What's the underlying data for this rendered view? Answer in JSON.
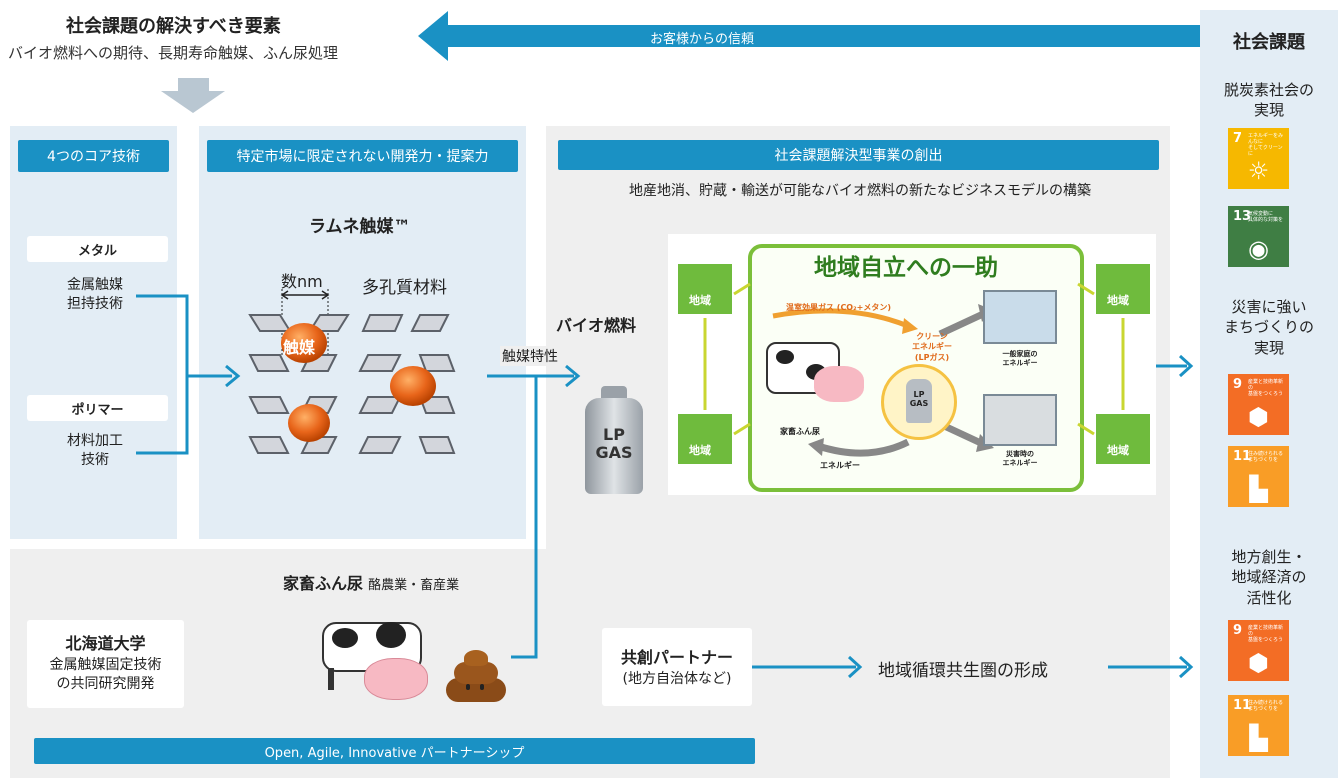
{
  "header": {
    "title": "社会課題の解決すべき要素",
    "subtitle": "バイオ燃料への期待、長期寿命触媒、ふん尿処理",
    "trust_label": "お客様からの信頼"
  },
  "core_tech": {
    "tag": "4つのコア技術",
    "metal_label": "メタル",
    "metal_tech": "金属触媒\n担持技術",
    "polymer_label": "ポリマー",
    "polymer_tech": "材料加工\n技術"
  },
  "development": {
    "tag": "特定市場に限定されない開発力・提案力",
    "product": "ラムネ触媒™",
    "size_label": "数nm",
    "material_label": "多孔質材料",
    "catalyst_label": "触媒"
  },
  "business": {
    "tag": "社会課題解決型事業の創出",
    "subtitle": "地産地消、貯蔵・輸送が可能なバイオ燃料の新たなビジネスモデルの構築",
    "biofuel_label": "バイオ燃料",
    "catalyst_property": "触媒特性",
    "lp_gas": "LP\nGAS"
  },
  "illustration": {
    "title": "地域自立への一助",
    "region": "地域",
    "greenhouse_gas": "温室効果ガス (CO₂+メタン)",
    "clean_energy": "クリーン\nエネルギー\n(LPガス)",
    "household_energy": "一般家庭の\nエネルギー",
    "disaster_energy": "災害時の\nエネルギー",
    "livestock_manure": "家畜ふん尿",
    "energy": "エネルギー",
    "lp_gas": "LP\nGAS"
  },
  "livestock": {
    "title": "家畜ふん尿",
    "industry": "酪農業・畜産業"
  },
  "university": {
    "name": "北海道大学",
    "desc": "金属触媒固定技術\nの共同研究開発"
  },
  "partner": {
    "title": "共創パートナー",
    "desc": "(地方自治体など)"
  },
  "circular": "地域循環共生圏の形成",
  "partnership_bar": "Open, Agile, Innovative  パートナーシップ",
  "social_issues": {
    "title": "社会課題",
    "groups": [
      {
        "label": "脱炭素社会の\n実現"
      },
      {
        "label": "災害に強い\nまちづくりの\n実現"
      },
      {
        "label": "地方創生・\n地域経済の\n活性化"
      }
    ],
    "sdgs": [
      {
        "number": "7",
        "color": "#f6b800",
        "text": "エネルギーをみんなに\nそしてクリーンに",
        "icon": "sun-icon",
        "glyph": "☼"
      },
      {
        "number": "13",
        "color": "#3f7e44",
        "text": "気候変動に\n具体的な対策を",
        "icon": "eye-globe-icon",
        "glyph": "◉"
      },
      {
        "number": "9",
        "color": "#f36d25",
        "text": "産業と技術革新の\n基盤をつくろう",
        "icon": "cubes-icon",
        "glyph": "⬢"
      },
      {
        "number": "11",
        "color": "#f99d26",
        "text": "住み続けられる\nまちづくりを",
        "icon": "city-icon",
        "glyph": "▙"
      },
      {
        "number": "9",
        "color": "#f36d25",
        "text": "産業と技術革新の\n基盤をつくろう",
        "icon": "cubes-icon",
        "glyph": "⬢"
      },
      {
        "number": "11",
        "color": "#f99d26",
        "text": "住み続けられる\nまちづくりを",
        "icon": "city-icon",
        "glyph": "▙"
      }
    ]
  }
}
